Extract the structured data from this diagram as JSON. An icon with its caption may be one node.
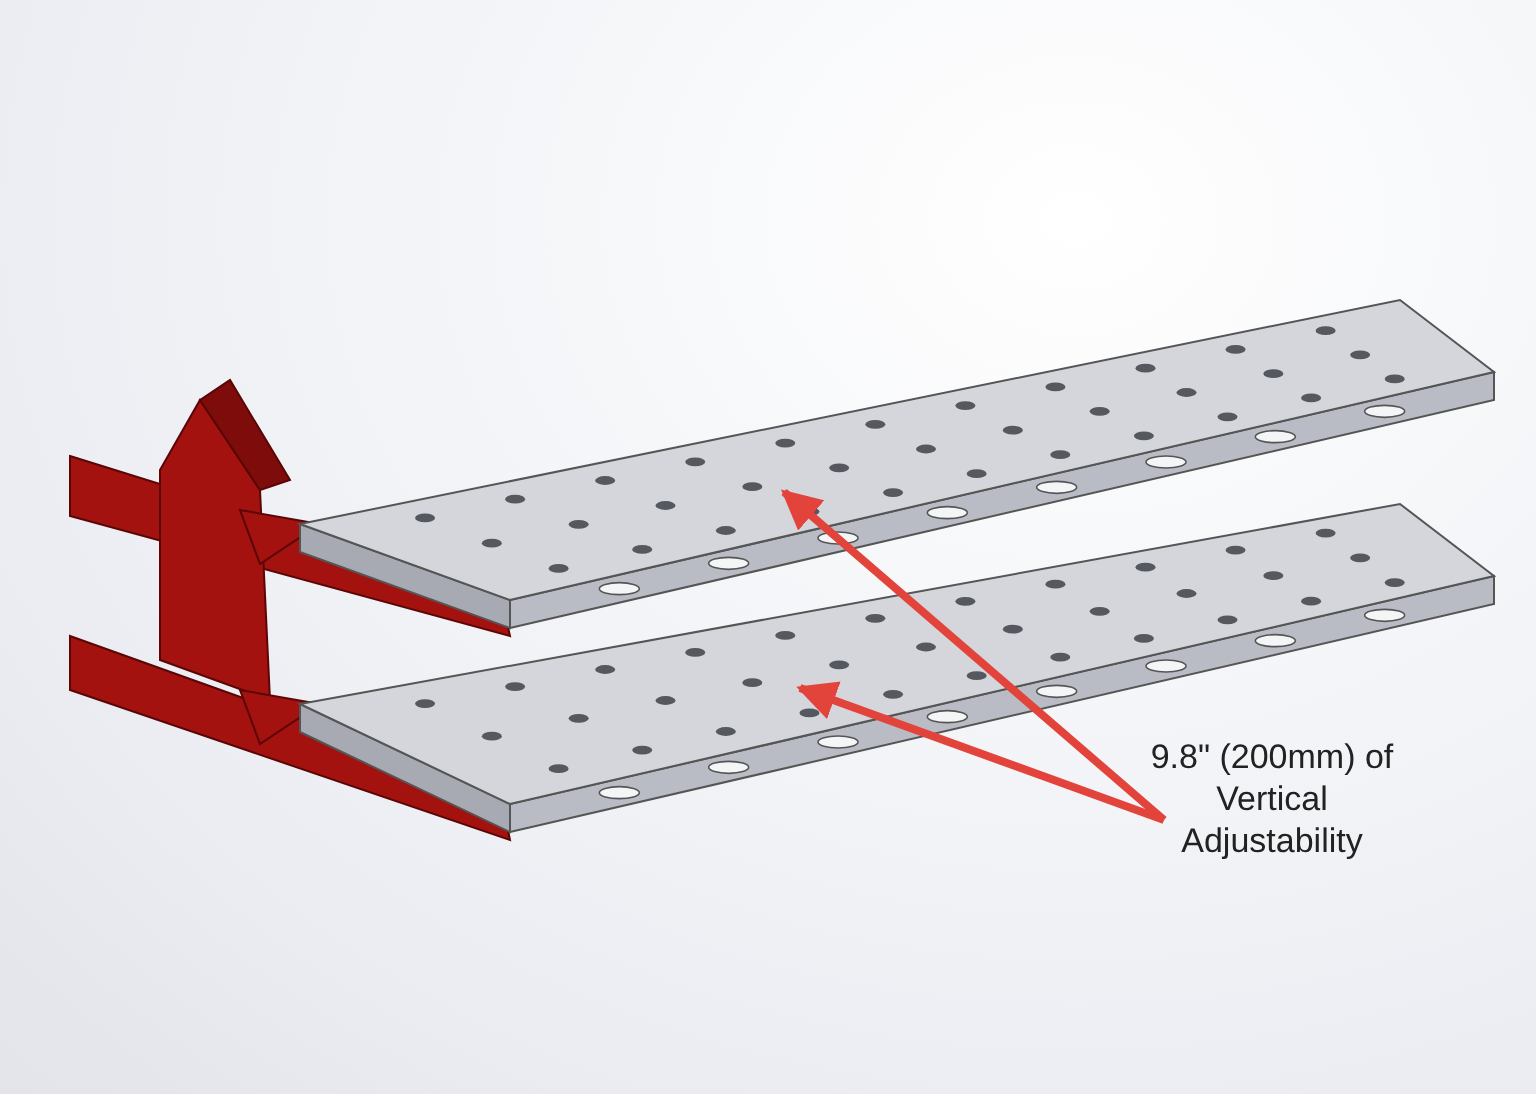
{
  "diagram": {
    "nodes": [
      {
        "text": [
          "9.8\" (200mm) of Vertical Adjustability"
        ]
      },
      {
        "text": [],
        "shape": "picture"
      },
      {
        "text": [],
        "shape": "picture"
      }
    ],
    "edges": [
      {
        "from": 0,
        "to": 1,
        "arrow": "to"
      },
      {
        "from": 0,
        "to": 2,
        "arrow": "to"
      }
    ]
  }
}
